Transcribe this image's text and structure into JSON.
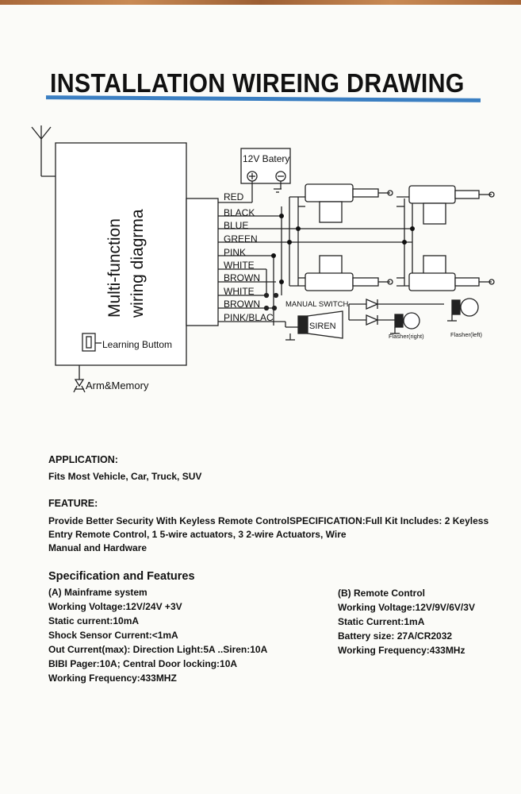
{
  "title": "INSTALLATION WIREING DRAWING",
  "diagram": {
    "unit_label_line1": "Multi-function",
    "unit_label_line2": "wiring diagrma",
    "learning_button": "Learning Buttom",
    "arm_memory": "Arm&Memory",
    "battery": "12V Batery",
    "wires": [
      "RED",
      "BLACK",
      "BLUE",
      "GREEN",
      "PINK",
      "WHITE",
      "BROWN",
      "WHITE",
      "BROWN",
      "PINK/BLAC"
    ],
    "manual_switch": "MANUAL SWITCH",
    "siren": "SIREN",
    "flasher_right": "Flasher(right)",
    "flasher_left": "Flasher(left)"
  },
  "application": {
    "heading": "APPLICATION:",
    "text": "Fits Most Vehicle, Car, Truck, SUV"
  },
  "feature": {
    "heading": "FEATURE:",
    "lines": [
      "Provide Better Security With Keyless Remote ControlSPECIFICATION:Full Kit Includes: 2 Keyless",
      "Entry Remote Control, 1 5-wire actuators, 3 2-wire Actuators, Wire",
      "Manual and Hardware"
    ]
  },
  "spec": {
    "heading": "Specification and Features",
    "mainframe": {
      "title": "(A) Mainframe system",
      "lines": [
        "Working Voltage:12V/24V +3V",
        "Static current:10mA",
        "Shock Sensor Current:<1mA",
        "Out Current(max): Direction Light:5A ..Siren:10A",
        "BIBI Pager:10A; Central Door locking:10A",
        "Working Frequency:433MHZ"
      ]
    },
    "remote": {
      "title": "(B) Remote Control",
      "lines": [
        "Working Voltage:12V/9V/6V/3V",
        "Static Current:1mA",
        "Battery size: 27A/CR2032",
        "Working Frequency:433MHz"
      ]
    }
  }
}
